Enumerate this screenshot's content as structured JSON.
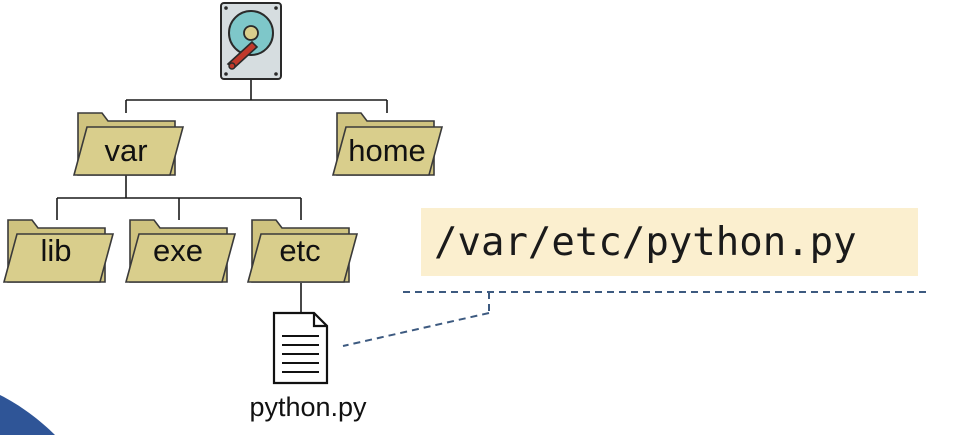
{
  "colors": {
    "folder_fill": "#d9ce8c",
    "folder_stroke": "#3a3a3a",
    "path_highlight": "#fbefcf",
    "dashed_line": "#3d5a80",
    "corner_accent": "#2f5597"
  },
  "drive": {
    "icon": "hard-drive-icon"
  },
  "tree": {
    "level1": [
      {
        "id": "var",
        "label": "var",
        "icon": "folder-icon"
      },
      {
        "id": "home",
        "label": "home",
        "icon": "folder-icon"
      }
    ],
    "level2": [
      {
        "id": "lib",
        "label": "lib",
        "icon": "folder-icon"
      },
      {
        "id": "exe",
        "label": "exe",
        "icon": "folder-icon"
      },
      {
        "id": "etc",
        "label": "etc",
        "icon": "folder-icon"
      }
    ],
    "file": {
      "label": "python.py",
      "icon": "document-icon"
    }
  },
  "path": {
    "text": "/var/etc/python.py"
  }
}
